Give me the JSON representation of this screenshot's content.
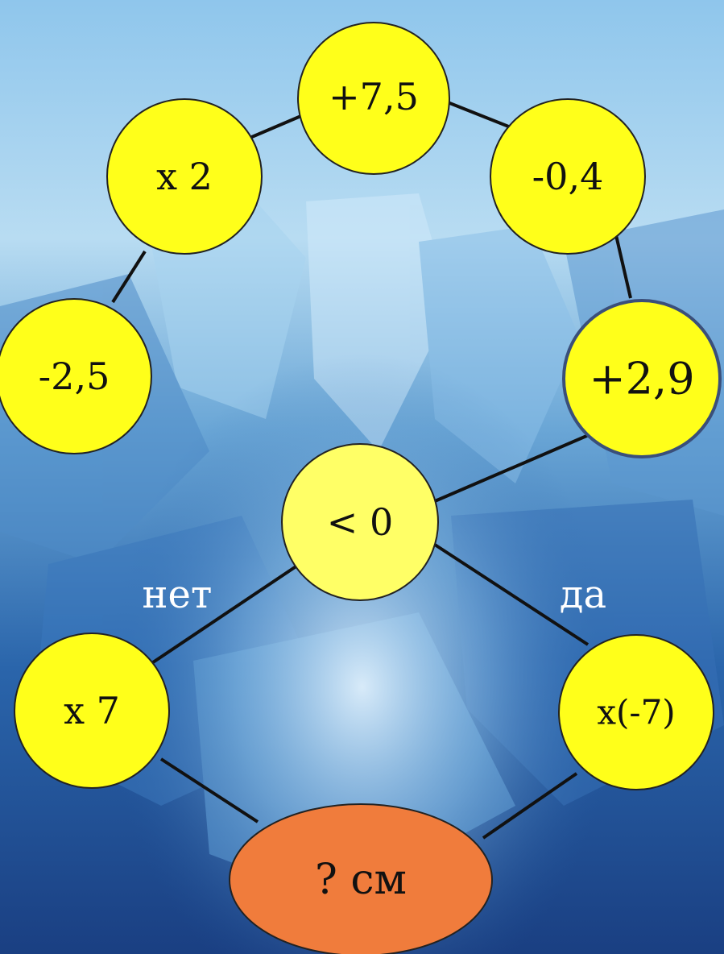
{
  "colors": {
    "node_fill": "#ffff1a",
    "node_fill_light": "#ffff66",
    "result_fill": "#f07c3c",
    "edge": "#111111",
    "highlight_border": "#3a4f7a"
  },
  "nodes": {
    "add_7_5": "+7,5",
    "sub_0_4": "-0,4",
    "mul_2": "x 2",
    "sub_2_5": "-2,5",
    "add_2_9": "+2,9",
    "less_zero": "< 0",
    "mul_7": "x 7",
    "mul_neg_7": "x(-7)",
    "result": "? см"
  },
  "branches": {
    "no": "нет",
    "yes": "да"
  }
}
